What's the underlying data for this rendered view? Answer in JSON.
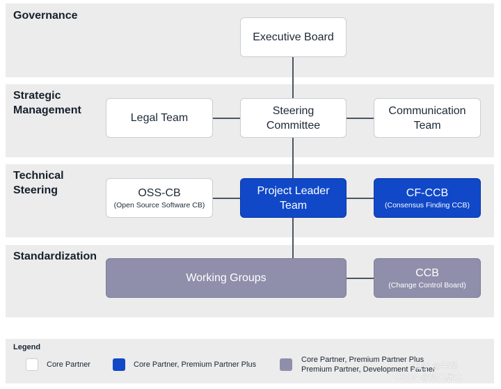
{
  "bands": {
    "governance": "Governance",
    "strategic": "Strategic Management",
    "technical": "Technical Steering",
    "standardization": "Standardization"
  },
  "boxes": {
    "executive_board": {
      "label": "Executive Board"
    },
    "legal_team": {
      "label": "Legal Team"
    },
    "steering_committee": {
      "label": "Steering Committee"
    },
    "communication_team": {
      "label": "Communication Team"
    },
    "oss_cb": {
      "label": "OSS-CB",
      "sub": "(Open Source Software CB)"
    },
    "project_leader_team": {
      "label": "Project Leader Team"
    },
    "cf_ccb": {
      "label": "CF-CCB",
      "sub": "(Consensus Finding CCB)"
    },
    "working_groups": {
      "label": "Working Groups"
    },
    "ccb": {
      "label": "CCB",
      "sub": "(Change Control Board)"
    }
  },
  "legend": {
    "title": "Legend",
    "items": [
      {
        "label": "Core Partner",
        "color": "#ffffff"
      },
      {
        "label": "Core Partner, Premium Partner Plus",
        "color": "#1048c8"
      },
      {
        "label": "Core Partner, Premium Partner Plus Premium Partner, Development Partner",
        "color": "#8f8fab"
      }
    ]
  },
  "watermark": {
    "line1": "知乎 @莘磊",
    "line2": "CSDN @蓝天居士"
  },
  "colors": {
    "band": "#ececec",
    "blue": "#1048c8",
    "grey": "#8f8fab",
    "line": "#4a5563"
  }
}
